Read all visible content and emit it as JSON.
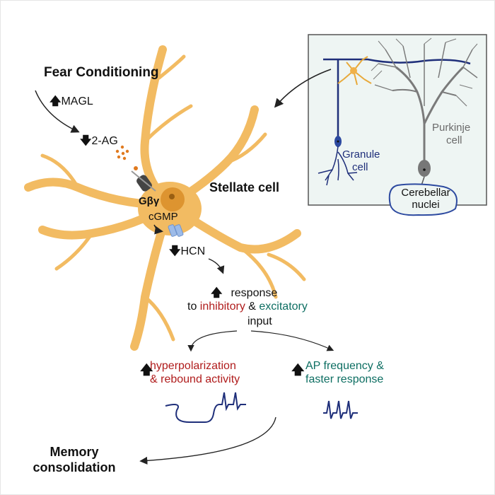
{
  "figure": {
    "title_trigger": "Fear Conditioning",
    "magl": {
      "direction": "up",
      "label": "MAGL"
    },
    "two_ag": {
      "direction": "down",
      "label": "2-AG"
    },
    "cell_label": "Stellate cell",
    "gbg_label": "Gβγ",
    "cgmp_label": "cGMP",
    "hcn": {
      "direction": "down",
      "label": "HCN"
    },
    "response": {
      "direction": "up",
      "line1": "response",
      "to": "to",
      "inhibitory": "inhibitory",
      "amp": "&",
      "excitatory": "excitatory",
      "line3": "input"
    },
    "branch_left": {
      "direction": "up",
      "line1": "hyperpolarization",
      "line2": "& rebound activity"
    },
    "branch_right": {
      "direction": "up",
      "line1": "AP frequency &",
      "line2": "faster response"
    },
    "outcome": {
      "line1": "Memory",
      "line2": "consolidation"
    },
    "inset": {
      "granule_label_1": "Granule",
      "granule_label_2": "cell",
      "purkinje_label_1": "Purkinje",
      "purkinje_label_2": "cell",
      "nuclei_label_1": "Cerebellar",
      "nuclei_label_2": "nuclei"
    },
    "colors": {
      "cell_fill": "#f2bb62",
      "cell_outline": "#d9841f",
      "nucleus": "#dd9430",
      "inhibitory": "#b01c1c",
      "excitatory": "#0d6e62",
      "granule": "#1f2f7a",
      "purkinje": "#7a7a7a",
      "inset_bg": "#eef5f3",
      "trace": "#1f2f7a"
    }
  }
}
